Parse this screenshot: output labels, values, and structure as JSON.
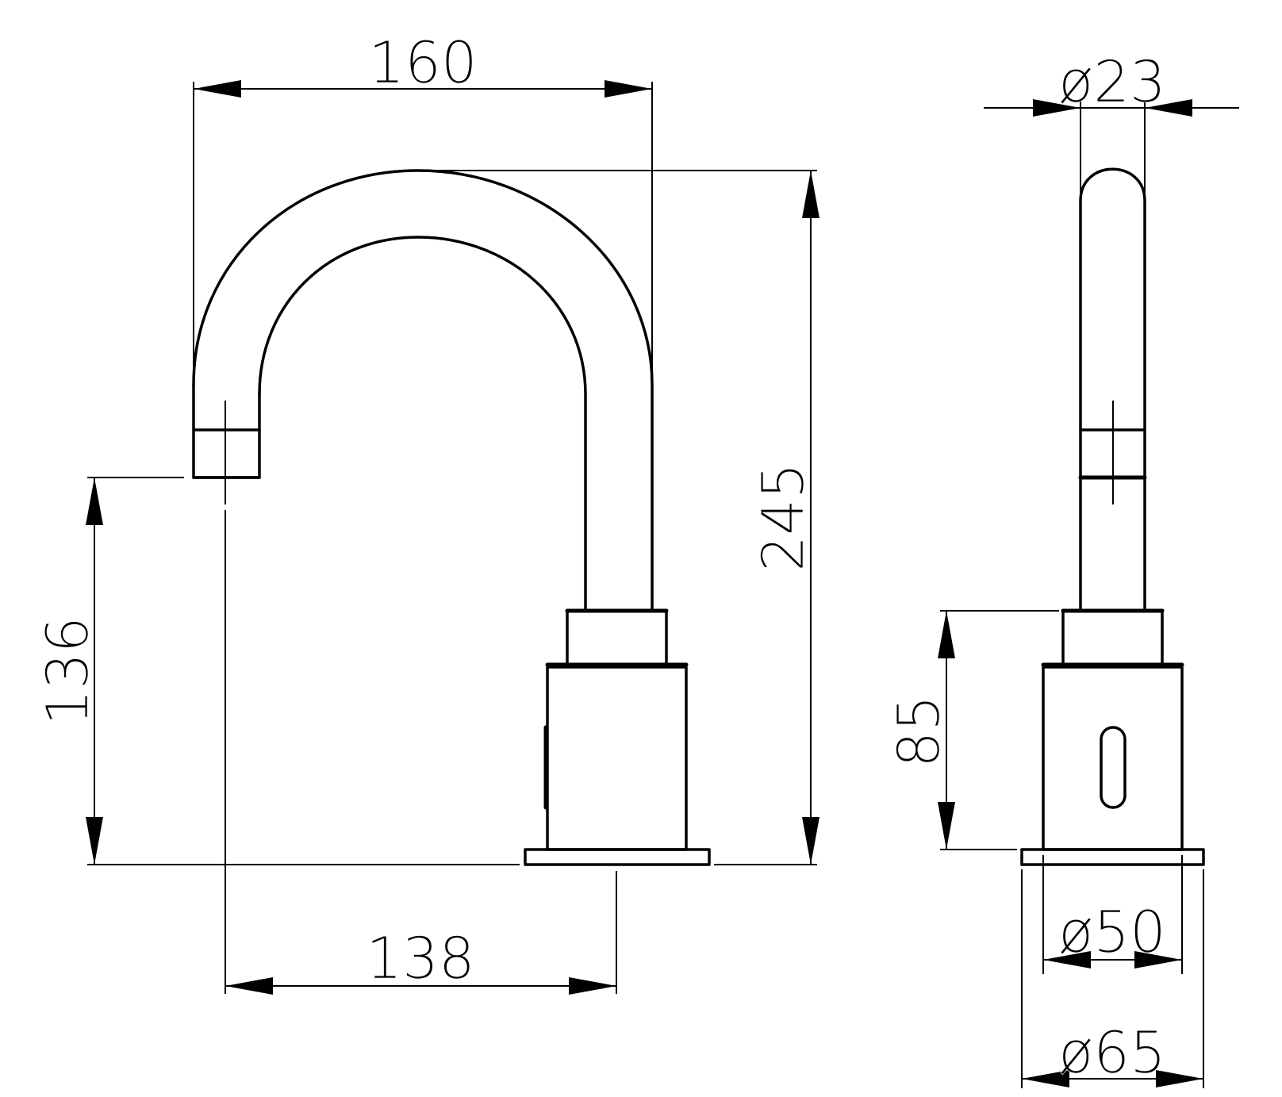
{
  "dimensions": {
    "spout_reach": "160",
    "total_height": "245",
    "outlet_height": "136",
    "outlet_to_base_center": "138",
    "spout_diameter": "ø23",
    "body_height": "85",
    "body_diameter": "ø50",
    "base_diameter": "ø65"
  },
  "colors": {
    "line": "#000000",
    "background": "#ffffff"
  }
}
